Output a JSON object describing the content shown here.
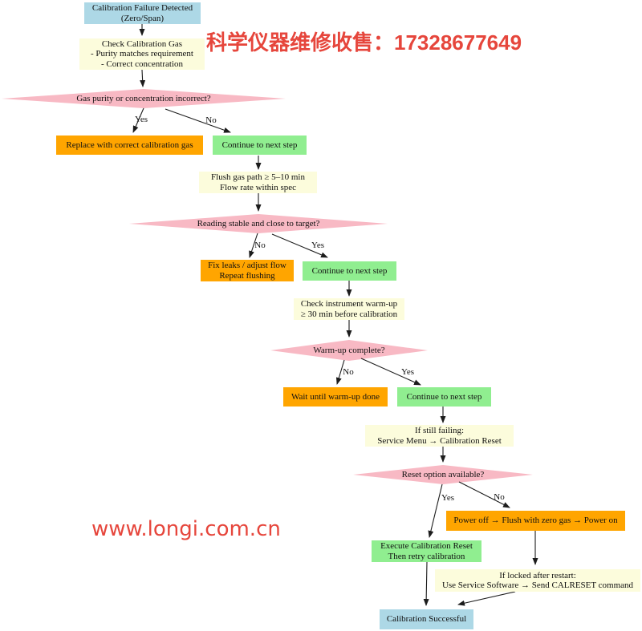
{
  "colors": {
    "decision_pink": "#F8B9C4",
    "process_yellow": "#FCFCDC",
    "action_orange": "#FFA500",
    "continue_green": "#90EE90",
    "terminal_blue": "#ADD8E6",
    "watermark_red": "#E6463C",
    "edge_color": "#1c1c1c",
    "node_text": "#111111"
  },
  "watermarks": {
    "service_ad": "科学仪器维修收售：17328677649",
    "site": "www.longi.com.cn"
  },
  "flowchart": {
    "nodes": {
      "start": {
        "label": "Calibration Failure Detected\n(Zero/Span)"
      },
      "check_gas": {
        "label": "Check Calibration Gas\n- Purity matches requirement\n- Correct concentration"
      },
      "d1": {
        "label": "Gas purity or concentration incorrect?"
      },
      "replace_gas": {
        "label": "Replace with correct calibration gas"
      },
      "continue1": {
        "label": "Continue to next step"
      },
      "flush": {
        "label": "Flush gas path ≥ 5–10 min\nFlow rate within spec"
      },
      "d2": {
        "label": "Reading stable and close to target?"
      },
      "fix_leaks": {
        "label": "Fix leaks / adjust flow\nRepeat flushing"
      },
      "continue2": {
        "label": "Continue to next step"
      },
      "warmup_check": {
        "label": "Check instrument warm-up\n≥ 30 min before calibration"
      },
      "d3": {
        "label": "Warm-up complete?"
      },
      "wait_warmup": {
        "label": "Wait until warm-up done"
      },
      "continue3": {
        "label": "Continue to next step"
      },
      "still_failing": {
        "label": "If still failing:\nService Menu → Calibration Reset"
      },
      "d4": {
        "label": "Reset option available?"
      },
      "execute_reset": {
        "label": "Execute Calibration Reset\nThen retry calibration"
      },
      "power_cycle": {
        "label": "Power off → Flush with zero gas → Power on"
      },
      "locked": {
        "label": "If locked after restart:\nUse Service Software → Send CALRESET command"
      },
      "success": {
        "label": "Calibration Successful"
      }
    },
    "edge_labels": {
      "d1_yes": "Yes",
      "d1_no": "No",
      "d2_no": "No",
      "d2_yes": "Yes",
      "d3_no": "No",
      "d3_yes": "Yes",
      "d4_yes": "Yes",
      "d4_no": "No"
    }
  }
}
